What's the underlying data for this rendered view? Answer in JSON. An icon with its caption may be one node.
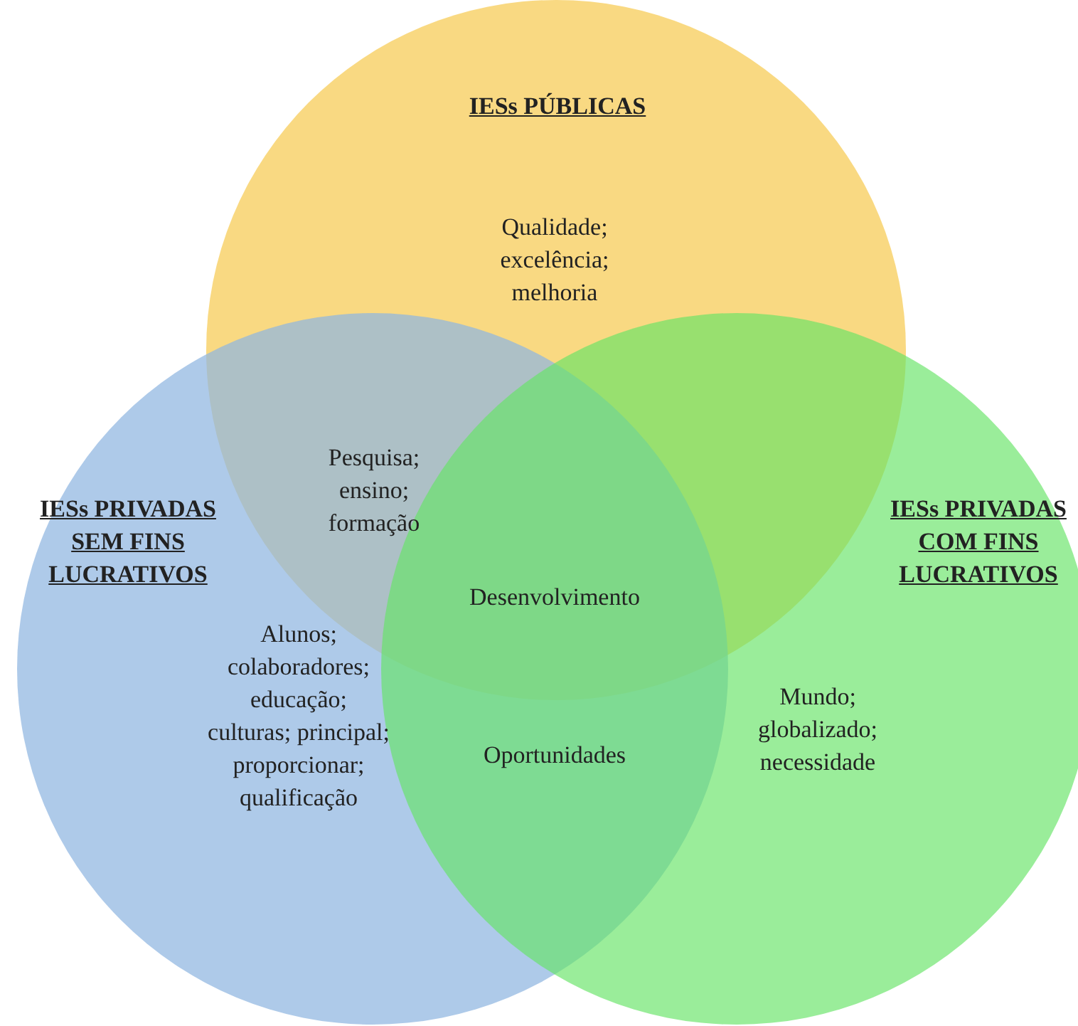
{
  "diagram": {
    "nodes": [
      {
        "text": [
          "IESs PÚBLICAS",
          "Qualidade; excelência; melhoria"
        ]
      },
      {
        "text": [
          "IESs PRIVADAS SEM FINS LUCRATIVOS",
          "Alunos; colaboradores; educação; culturas; principal; proporcionar; qualificação"
        ]
      },
      {
        "text": [
          "IESs PRIVADAS COM FINS LUCRATIVOS",
          "Mundo; globalizado; necessidade"
        ]
      }
    ],
    "labels": [
      "Pesquisa; ensino; formação",
      "Desenvolvimento",
      "Oportunidades"
    ]
  }
}
